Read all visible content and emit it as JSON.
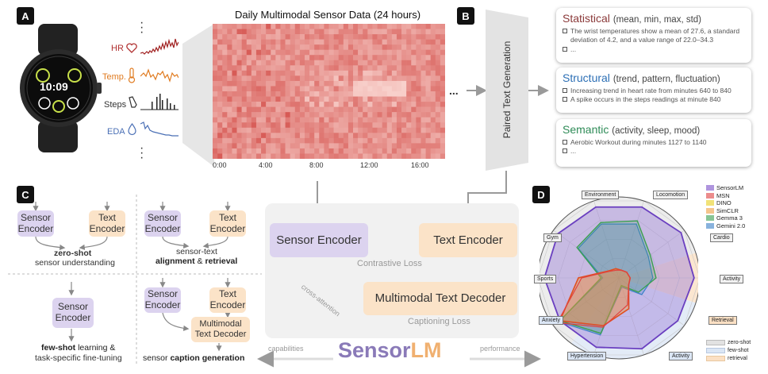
{
  "panels": {
    "a": "A",
    "b": "B",
    "c": "C",
    "d": "D"
  },
  "panel_a": {
    "title": "Daily Multimodal Sensor Data (24 hours)",
    "watch_time": "10:09",
    "sensors": [
      {
        "label": "HR",
        "icon": "heart-icon",
        "color": "#b03030"
      },
      {
        "label": "Temp.",
        "icon": "thermometer-icon",
        "color": "#e07b20"
      },
      {
        "label": "Steps",
        "icon": "shoe-icon",
        "color": "#333333"
      },
      {
        "label": "EDA",
        "icon": "droplet-icon",
        "color": "#4a6fb5"
      }
    ],
    "time_ticks": [
      "0:00",
      "4:00",
      "8:00",
      "12:00",
      "16:00"
    ],
    "ellipsis": "..."
  },
  "panel_b": {
    "generator_label": "Paired Text Generation",
    "statistical": {
      "title": "Statistical",
      "subtitle": "(mean, min, max, std)",
      "color": "#8b3a3a",
      "lines": [
        "The wrist temperatures show a mean of 27.6, a standard deviation of 4.2, and a value range of 22.0–34.3",
        "..."
      ]
    },
    "structural": {
      "title": "Structural",
      "subtitle": "(trend, pattern, fluctuation)",
      "color": "#2c6fb5",
      "lines": [
        "Increasing trend in heart rate from minutes 640 to 840",
        "A spike occurs in the steps readings at minute 840"
      ]
    },
    "semantic": {
      "title": "Semantic",
      "subtitle": "(activity, sleep, mood)",
      "color": "#2e8b57",
      "lines": [
        "Aerobic Workout during minutes 1127 to 1140",
        "..."
      ]
    }
  },
  "panel_c": {
    "q1": {
      "sensor": "Sensor Encoder",
      "text": "Text Encoder",
      "cap_bold": "zero-shot",
      "cap_rest": "sensor understanding"
    },
    "q2": {
      "sensor": "Sensor Encoder",
      "text": "Text Encoder",
      "cap_line1": "sensor-text",
      "cap_bold1": "alignment",
      "cap_amp": " & ",
      "cap_bold2": "retrieval"
    },
    "q3": {
      "sensor": "Sensor Encoder",
      "cap_bold": "few-shot",
      "cap_rest": " learning &",
      "cap_line2": "task-specific fine-tuning"
    },
    "q4": {
      "sensor": "Sensor Encoder",
      "text": "Text Encoder",
      "decoder": "Multimodal Text Decoder",
      "cap_pre": "sensor ",
      "cap_bold": "caption generation"
    }
  },
  "center": {
    "sensor_encoder": "Sensor Encoder",
    "text_encoder": "Text Encoder",
    "decoder": "Multimodal Text Decoder",
    "contrastive": "Contrastive Loss",
    "captioning": "Captioning Loss",
    "cross_attention": "cross-attention",
    "logo_a": "Sensor",
    "logo_b": "LM",
    "capabilities": "capabilities",
    "performance": "performance"
  },
  "panel_d": {
    "axes": [
      "Locomotion",
      "Cardio",
      "Activity",
      "Retrieval",
      "Activity",
      "Hypertension",
      "Anxiety",
      "Sports",
      "Gym",
      "Environment"
    ],
    "legend": [
      {
        "name": "SensorLM",
        "color": "#7b4fc9"
      },
      {
        "name": "MSN",
        "color": "#e04040"
      },
      {
        "name": "DINO",
        "color": "#e8d020"
      },
      {
        "name": "SimCLR",
        "color": "#f0a040"
      },
      {
        "name": "Gemma 3",
        "color": "#3aa050"
      },
      {
        "name": "Gemini 2.0",
        "color": "#3a80c8"
      }
    ],
    "task_legend": [
      {
        "name": "zero-shot",
        "color": "#e2e2e2"
      },
      {
        "name": "few-shot",
        "color": "#dbe6f5"
      },
      {
        "name": "retrieval",
        "color": "#fbe0c4"
      }
    ]
  }
}
